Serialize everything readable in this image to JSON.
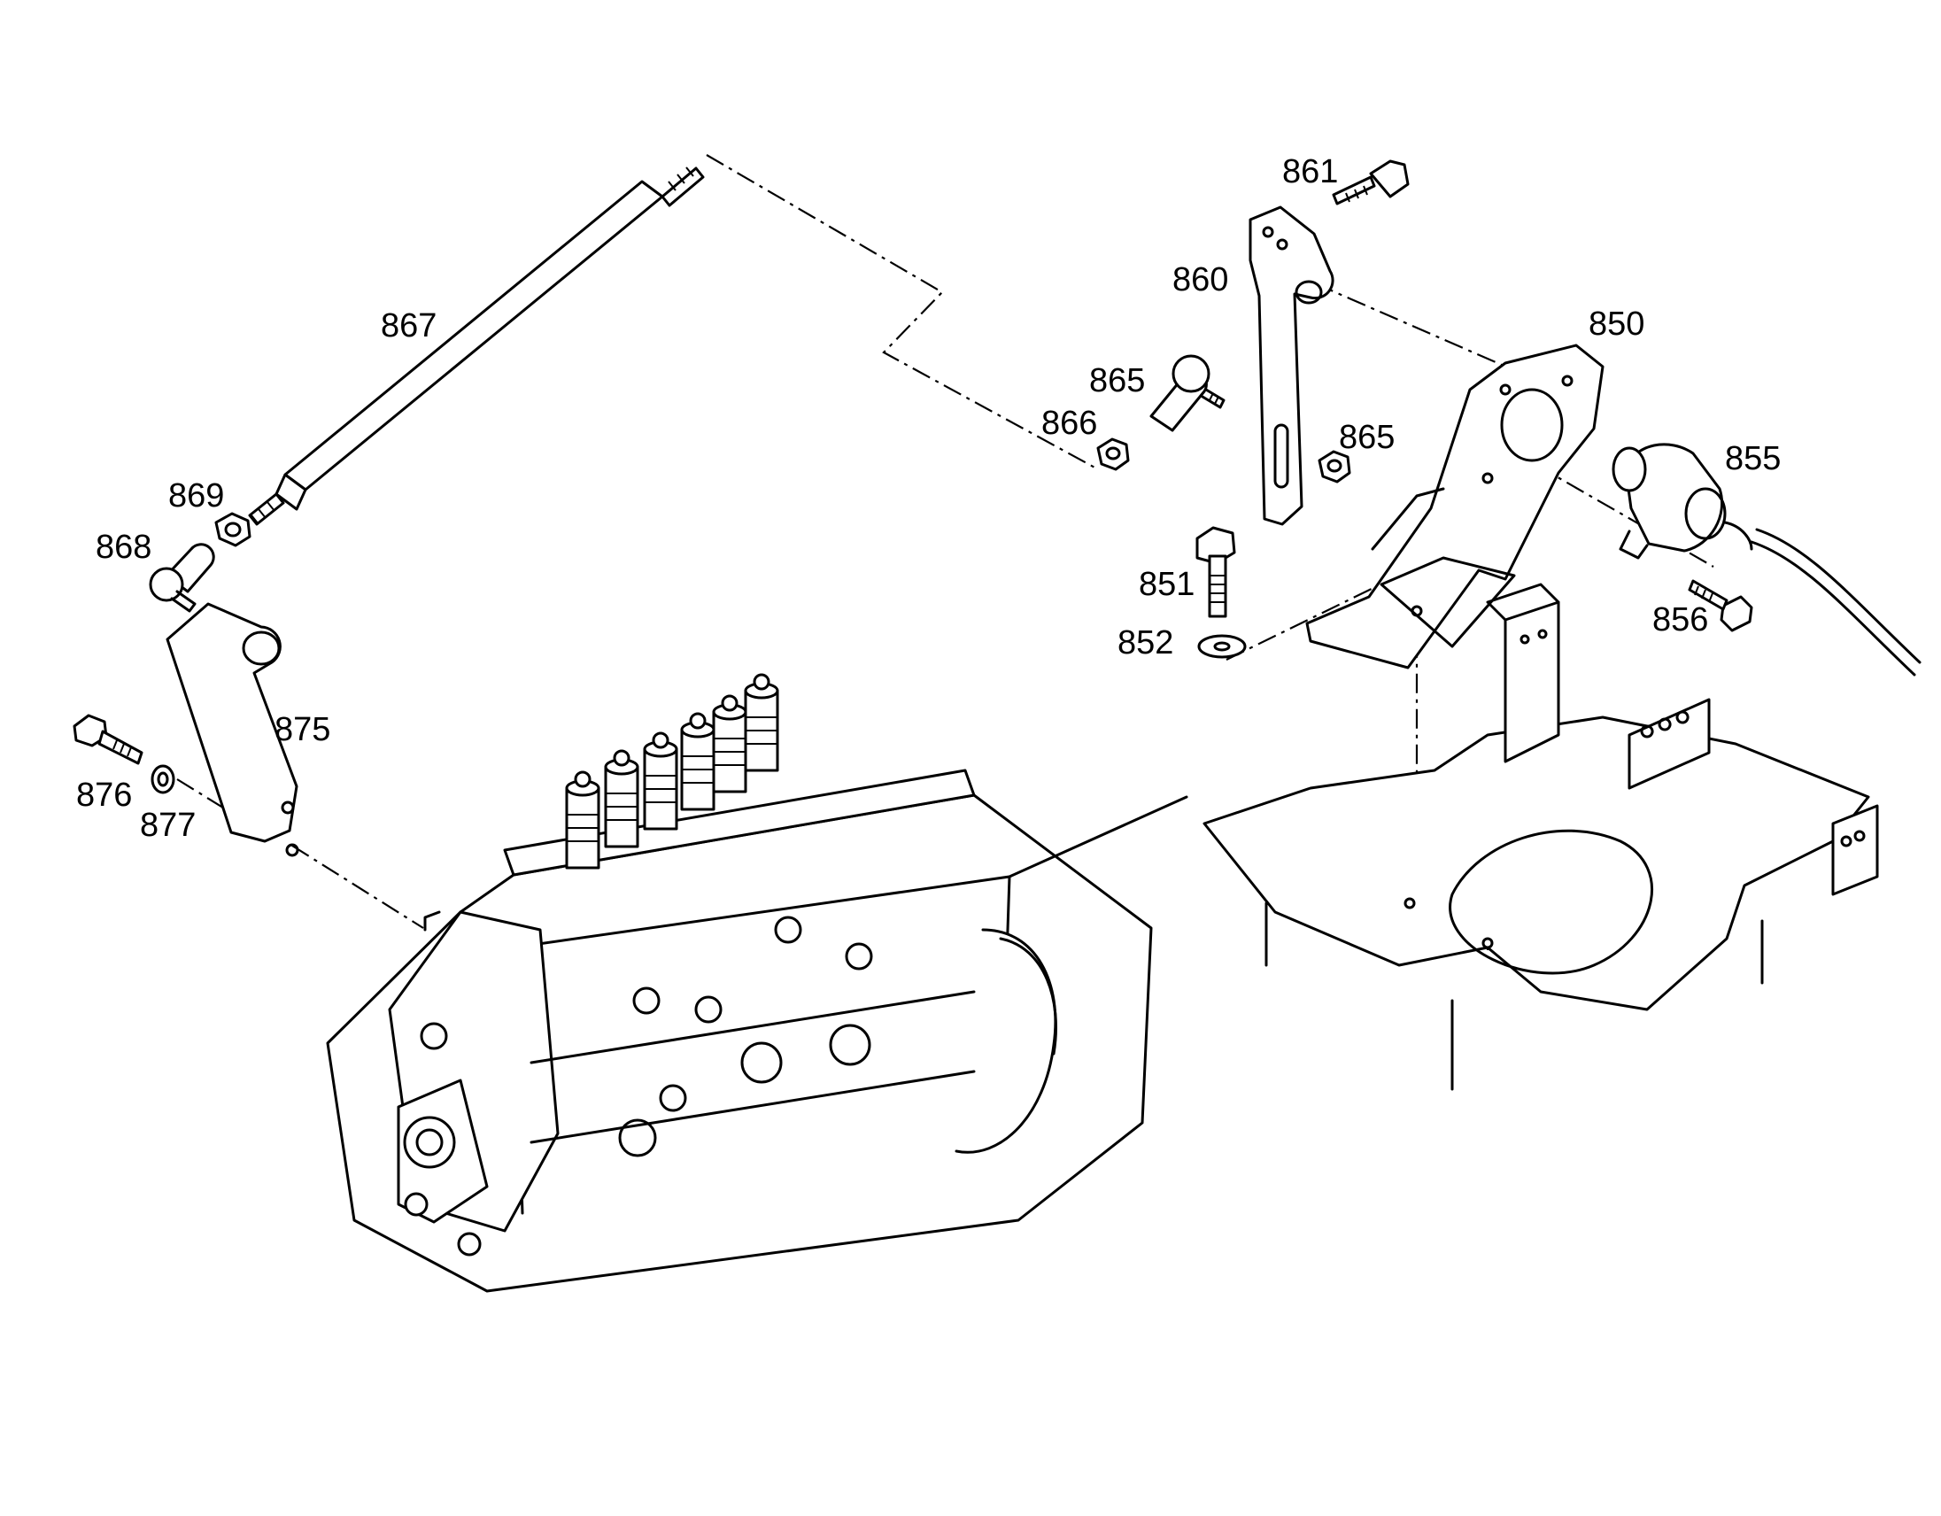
{
  "diagram": {
    "labels": {
      "p850": "850",
      "p851": "851",
      "p852": "852",
      "p855": "855",
      "p856": "856",
      "p860": "860",
      "p861": "861",
      "p865a": "865",
      "p865b": "865",
      "p866": "866",
      "p867": "867",
      "p868": "868",
      "p869": "869",
      "p875": "875",
      "p876": "876",
      "p877": "877"
    }
  }
}
